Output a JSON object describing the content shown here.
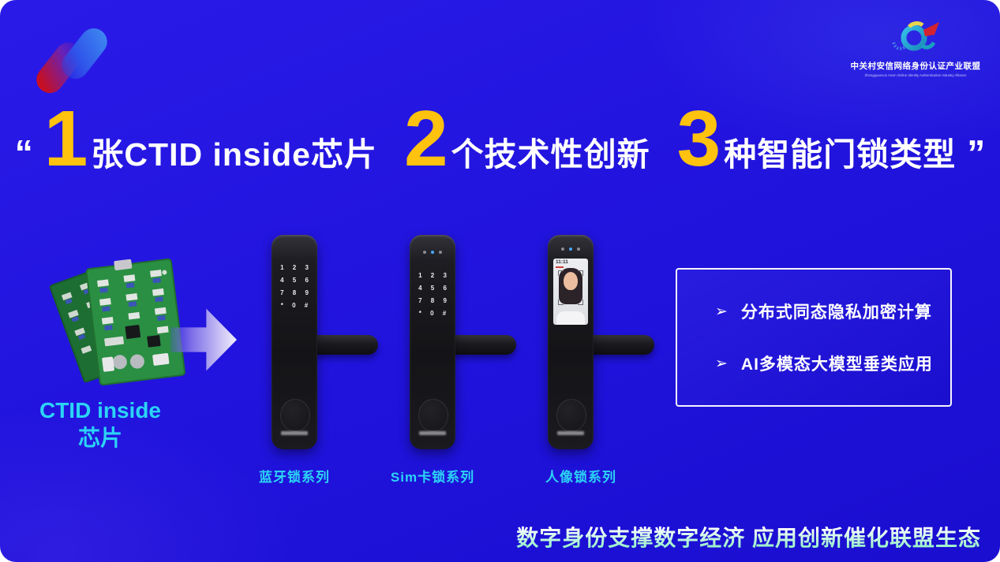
{
  "header": {
    "alliance_name": "中关村安信网络身份认证产业联盟",
    "alliance_name_en": "Zhongguancun Anxin Online Identity Authentication Industry Alliance"
  },
  "headline": {
    "open_quote": "“",
    "close_quote": "”",
    "items": [
      {
        "number": "1",
        "text": "张CTID inside芯片"
      },
      {
        "number": "2",
        "text": "个技术性创新"
      },
      {
        "number": "3",
        "text": "种智能门锁类型"
      }
    ]
  },
  "chip": {
    "label_line1": "CTID inside",
    "label_line2": "芯片"
  },
  "keypad": {
    "rows": [
      "1 2 3",
      "4 5 6",
      "7 8 9",
      "* 0 #"
    ]
  },
  "locks": [
    {
      "label": "蓝牙锁系列"
    },
    {
      "label": "Sim卡锁系列"
    },
    {
      "label": "人像锁系列",
      "screen_time": "11:11"
    }
  ],
  "features": {
    "bullet": "➢",
    "items": [
      "分布式同态隐私加密计算",
      "AI多模态大模型垂类应用"
    ]
  },
  "tagline": {
    "text": "数字身份支撑数字经济 应用创新催化联盟生态"
  },
  "colors": {
    "background_blue": "#2013dc",
    "number_yellow": "#ffc20e",
    "label_cyan": "#2bd4f5",
    "tagline_mint": "#8df0c4"
  }
}
